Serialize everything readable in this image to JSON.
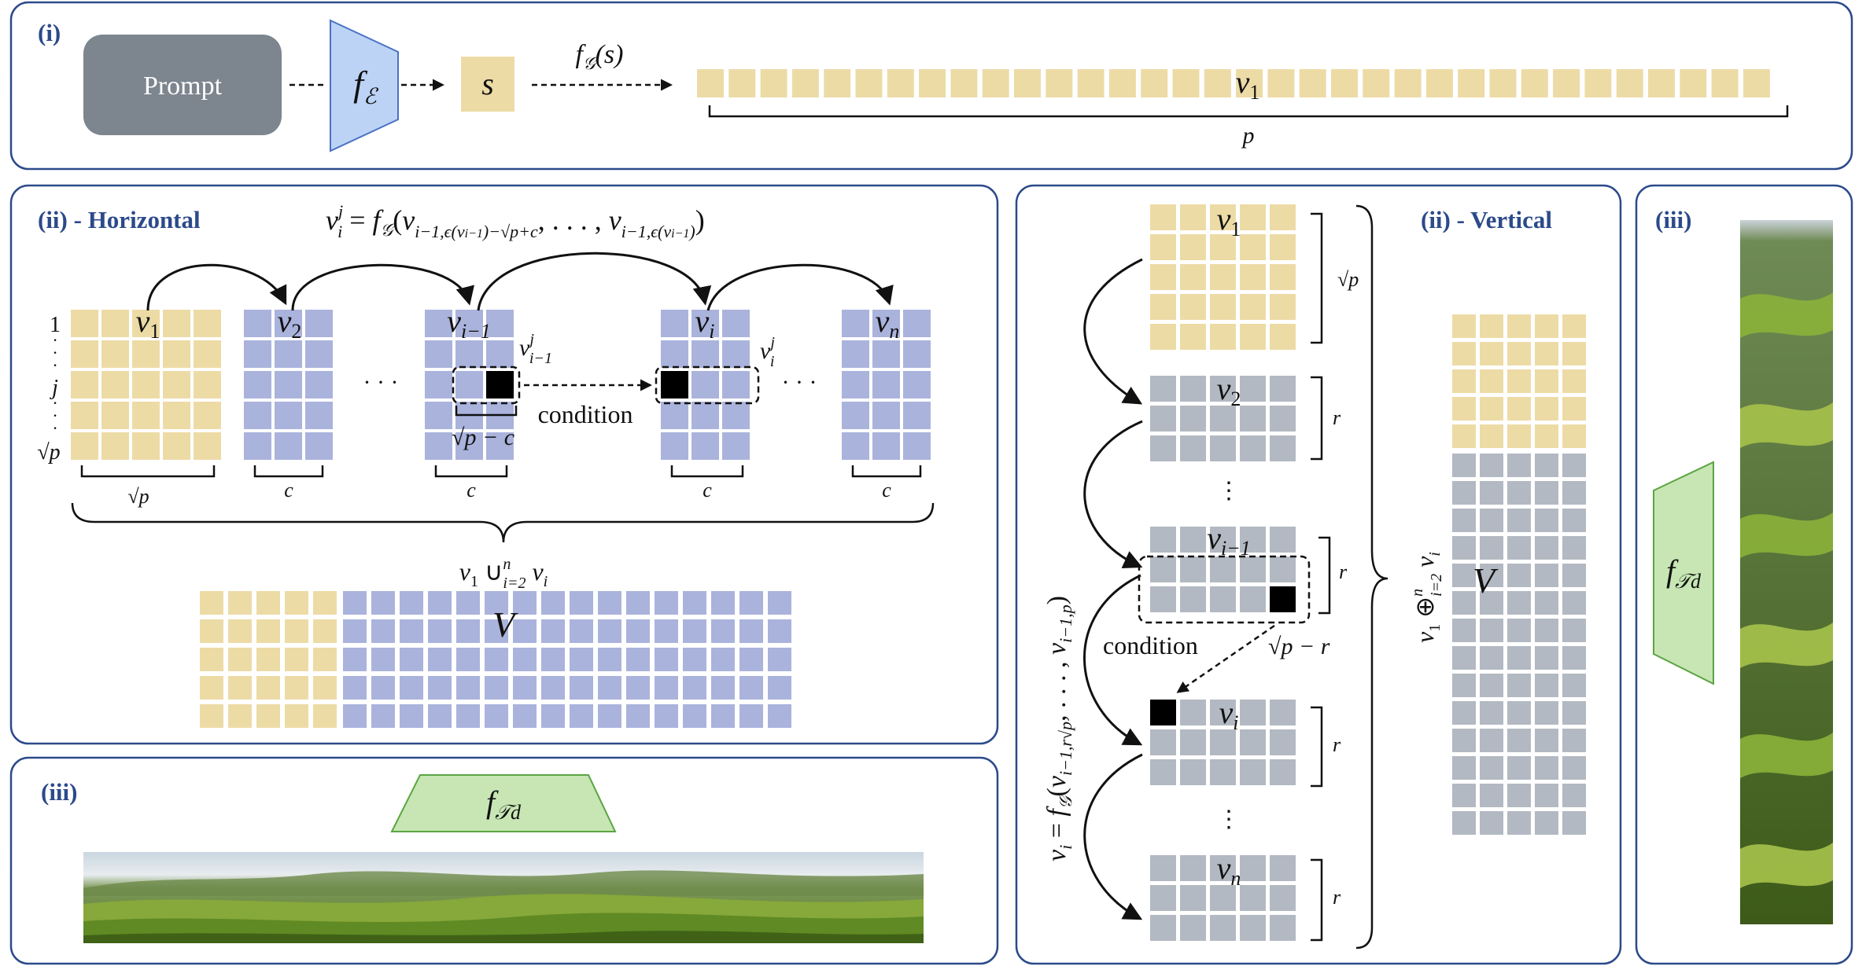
{
  "colors": {
    "panel_border": "#2c4a8a",
    "title_text": "#2c4a8a",
    "token_yellow": "#eddba6",
    "token_blue": "#aab3dc",
    "token_gray": "#b3b9c2",
    "prompt_box": "#7d858f",
    "encoder": "#bcd3f5",
    "decoder": "#c7e6b4",
    "condition_cell": "#000000"
  },
  "panel_i": {
    "title": "(i)",
    "prompt_label": "Prompt",
    "encoder_label": "f_E",
    "s_label": "s",
    "arrow_label": "f_G(s)",
    "sequence_label": "v1",
    "sequence_cells": 34,
    "brace_label": "p"
  },
  "panel_ii_h": {
    "title": "(ii) - Horizontal",
    "formula": "v_i^j = f_G(v_{i-1, ε(v_{i-1}^j) - √p + c}, …, v_{i-1, ε(v_{i-1}^j)})",
    "row_labels": [
      "1",
      "j",
      "√p"
    ],
    "blocks": [
      "v1",
      "v2",
      "vi−1",
      "vi",
      "vn"
    ],
    "brace_labels": [
      "√p",
      "c",
      "c",
      "c",
      "c"
    ],
    "sub_labels": [
      "vi−1^j",
      "vi^j"
    ],
    "offset_label": "√p − c",
    "condition_label": "condition",
    "dots": "· · ·",
    "union_label": "v1 ∪ i=2..n vi",
    "V_label": "V",
    "V_yellow_cols": 5,
    "V_blue_cols": 16,
    "V_rows": 5
  },
  "panel_ii_v": {
    "title": "(ii) - Vertical",
    "formula": "vi = f_G(v_{i-1, r√p}, …, v_{i-1, p})",
    "blocks": [
      "v1",
      "v2",
      "vi−1",
      "vi",
      "vn"
    ],
    "brace_labels": [
      "√p",
      "r",
      "r",
      "r",
      "r"
    ],
    "offset_label": "√p − r",
    "condition_label": "condition",
    "concat_label": "v1 ⊕ i=2..n vi",
    "V_label": "V",
    "V_yellow_rows": 5,
    "V_gray_rows": 14,
    "V_cols": 5
  },
  "panel_iii_h": {
    "title": "(iii)",
    "decoder_label": "f_Td"
  },
  "panel_iii_v": {
    "title": "(iii)",
    "decoder_label": "f_Td"
  }
}
